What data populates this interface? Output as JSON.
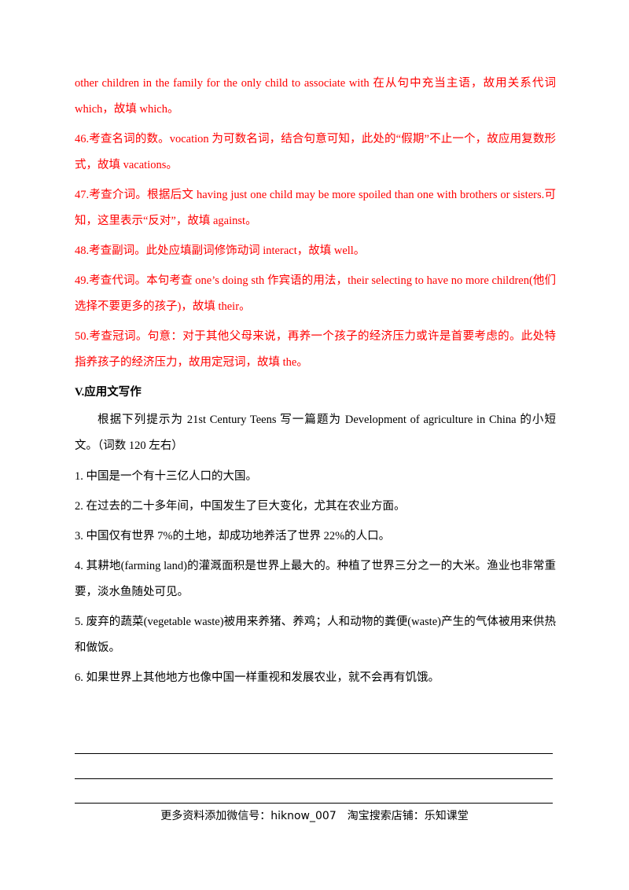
{
  "explanations": [
    {
      "text": "other children in the family for the only child to associate with 在从句中充当主语，故用关系代词 which，故填 which。"
    },
    {
      "text": "46.考查名词的数。vocation 为可数名词，结合句意可知，此处的“假期”不止一个，故应用复数形式，故填 vacations。"
    },
    {
      "text": "47.考查介词。根据后文 having just one child may be more spoiled than one with brothers or sisters.可知，这里表示“反对”，故填 against。"
    },
    {
      "text": "48.考查副词。此处应填副词修饰动词 interact，故填 well。"
    },
    {
      "text": "49.考查代词。本句考查 one’s doing sth 作宾语的用法，their selecting to have no more children(他们选择不要更多的孩子)，故填 their。"
    },
    {
      "text": "50.考查冠词。句意：对于其他父母来说，再养一个孩子的经济压力或许是首要考虑的。此处特指养孩子的经济压力，故用定冠词，故填 the。"
    }
  ],
  "section": {
    "heading": "V.应用文写作",
    "intro": "根据下列提示为 21st Century Teens 写一篇题为  Development of agriculture in China 的小短文。（词数 120 左右）",
    "hints": [
      "1. 中国是一个有十三亿人口的大国。",
      "2. 在过去的二十多年间，中国发生了巨大变化，尤其在农业方面。",
      "3. 中国仅有世界 7%的土地，却成功地养活了世界 22%的人口。",
      "4. 其耕地(farming land)的灌溉面积是世界上最大的。种植了世界三分之一的大米。渔业也非常重要，淡水鱼随处可见。",
      "5. 废弃的蔬菜(vegetable waste)被用来养猪、养鸡；人和动物的粪便(waste)产生的气体被用来供热和做饭。",
      "6. 如果世界上其他地方也像中国一样重视和发展农业，就不会再有饥饿。"
    ]
  },
  "footer": "更多资料添加微信号：hiknow_007　淘宝搜索店铺：乐知课堂"
}
